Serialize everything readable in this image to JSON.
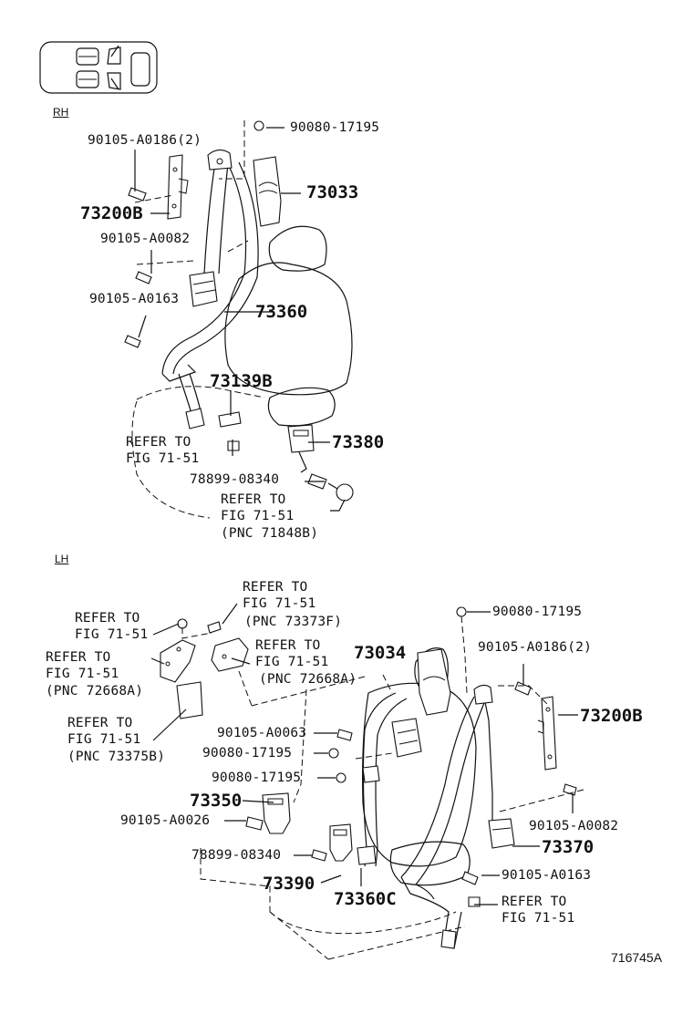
{
  "sections": {
    "rh": "RH",
    "lh": "LH"
  },
  "ref_number": "716745A",
  "rh_labels": [
    "90105-A0186(2)",
    "90080-17195",
    "73033",
    "73200B",
    "90105-A0082",
    "90105-A0163",
    "73360",
    "73139B",
    "REFER TO",
    "FIG 71-51",
    "73380",
    "78899-08340",
    "REFER TO",
    "FIG 71-51",
    "(PNC 71848B)"
  ],
  "lh_labels": [
    "REFER TO",
    "FIG 71-51",
    "(PNC 73373F)",
    "REFER TO",
    "FIG 71-51",
    "90080-17195",
    "90105-A0186(2)",
    "REFER TO",
    "FIG 71-51",
    "(PNC 72668A)",
    "73034",
    "REFER TO",
    "FIG 71-51",
    "(PNC 72668A)",
    "73200B",
    "REFER TO",
    "FIG 71-51",
    "(PNC 73375B)",
    "90105-A0063",
    "90080-17195",
    "90080-17195",
    "73350",
    "90105-A0026",
    "90105-A0082",
    "73370",
    "78899-08340",
    "90105-A0163",
    "73390",
    "73360C",
    "REFER TO",
    "FIG 71-51"
  ]
}
